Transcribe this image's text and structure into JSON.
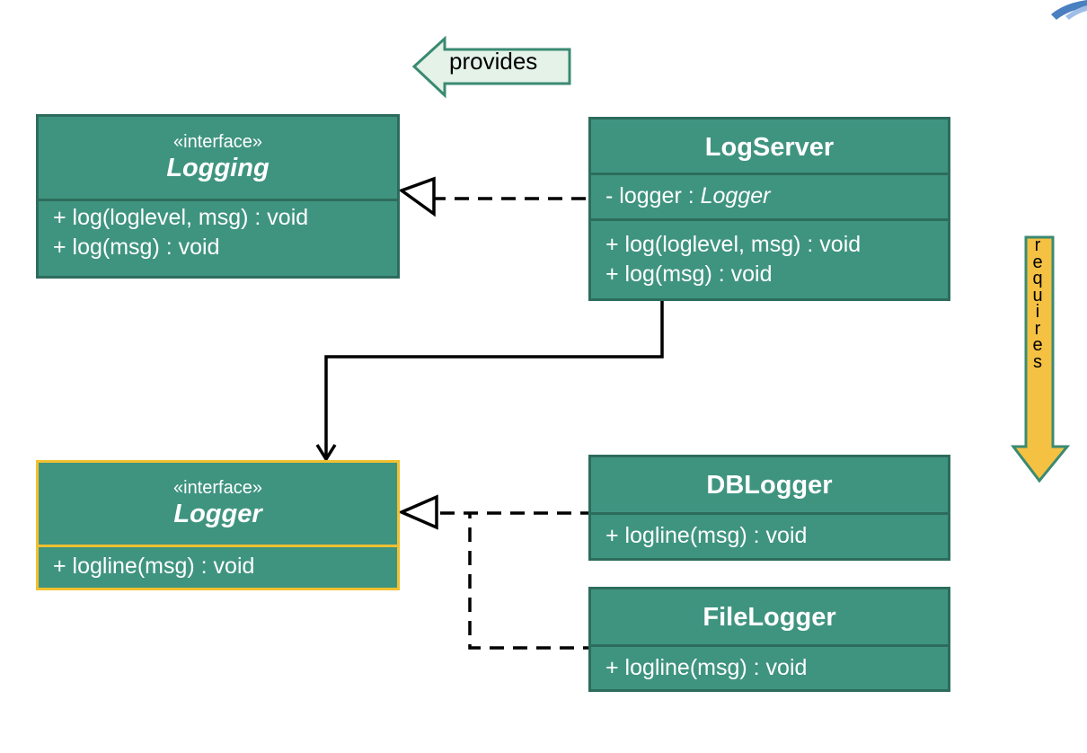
{
  "badges": {
    "provides": "provides",
    "requires": [
      "r",
      "e",
      "q",
      "u",
      "i",
      "r",
      "e",
      "s"
    ],
    "provides_color": "#e4f2e8",
    "requires_color": "#f5c142"
  },
  "logging": {
    "stereotype": "«interface»",
    "name": "Logging",
    "ops": [
      "+ log(loglevel, msg) : void",
      "+ log(msg) : void"
    ]
  },
  "logserver": {
    "name": "LogServer",
    "attr_prefix": "- logger : ",
    "attr_type": "Logger",
    "ops": [
      "+ log(loglevel, msg) : void",
      "+ log(msg) : void"
    ]
  },
  "logger": {
    "stereotype": "«interface»",
    "name": "Logger",
    "ops": [
      "+ logline(msg) : void"
    ]
  },
  "dblogger": {
    "name": "DBLogger",
    "ops": [
      "+ logline(msg) : void"
    ]
  },
  "filelogger": {
    "name": "FileLogger",
    "ops": [
      "+ logline(msg) : void"
    ]
  },
  "colors": {
    "class_fill": "#3f9480",
    "class_border": "#2d6c5c",
    "interface_highlight": "#f0c030"
  }
}
